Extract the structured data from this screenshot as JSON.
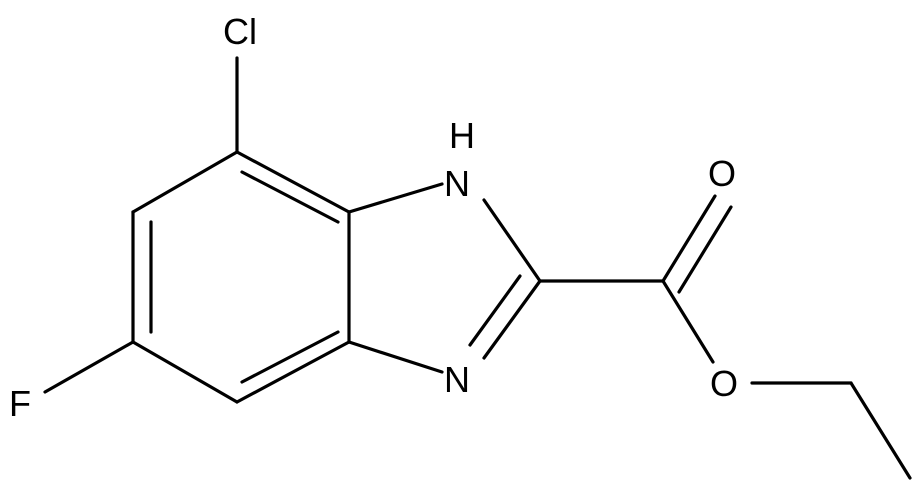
{
  "molecule": {
    "atoms": {
      "cl": "Cl",
      "f": "F",
      "nh": "H",
      "nh_n": "N",
      "n": "N",
      "o_carbonyl": "O",
      "o_ester": "O"
    }
  },
  "colors": {
    "bond": "#000000",
    "label": "#000000",
    "background": "#ffffff"
  }
}
